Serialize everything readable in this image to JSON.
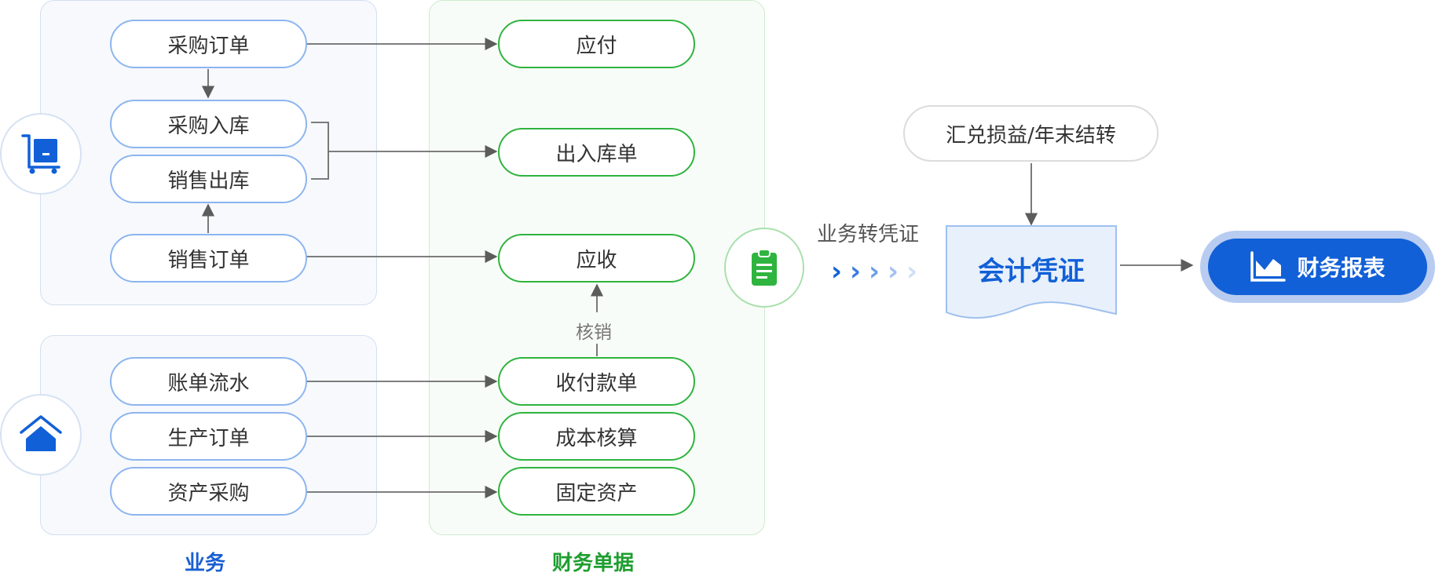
{
  "business": {
    "title": "业务",
    "group1": [
      "采购订单",
      "采购入库",
      "销售出库",
      "销售订单"
    ],
    "group2": [
      "账单流水",
      "生产订单",
      "资产采购"
    ]
  },
  "finance_docs": {
    "title": "财务单据",
    "items": [
      "应付",
      "出入库单",
      "应收",
      "收付款单",
      "成本核算",
      "固定资产"
    ],
    "writeoff_label": "核销"
  },
  "flow": {
    "to_voucher_label": "业务转凭证",
    "fx_yearend": "汇兑损益/年末结转",
    "voucher": "会计凭证",
    "report": "财务报表"
  },
  "icons": {
    "warehouse": "cart-box-icon",
    "home": "home-icon",
    "document": "clipboard-icon",
    "chart": "chart-icon"
  },
  "colors": {
    "blue": "#1160d7",
    "green": "#2fb43f",
    "business_title": "#1a5fd1",
    "finance_title": "#1e9e2f"
  }
}
